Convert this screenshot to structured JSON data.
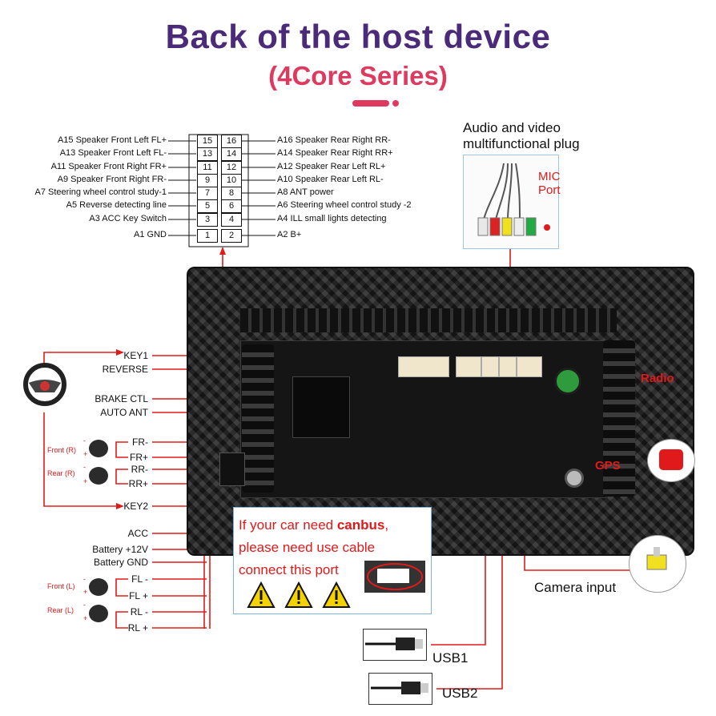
{
  "header": {
    "title": "Back of the host device",
    "subtitle": "(4Core Series)"
  },
  "pins": {
    "left": [
      {
        "label": "A15  Speaker Front Left FL+",
        "num": "15"
      },
      {
        "label": "A13  Speaker Front Left FL-",
        "num": "13"
      },
      {
        "label": "A11  Speaker Front Right FR+",
        "num": "11"
      },
      {
        "label": "A9    Speaker Front Right FR-",
        "num": "9"
      },
      {
        "label": "A7   Steering wheel control study-1",
        "num": "7"
      },
      {
        "label": "A5    Reverse detecting line",
        "num": "5"
      },
      {
        "label": "A3 ACC Key Switch",
        "num": "3"
      },
      {
        "label": "A1 GND",
        "num": "1"
      }
    ],
    "right": [
      {
        "label": "A16 Speaker Rear Right RR-",
        "num": "16"
      },
      {
        "label": "A14 Speaker Rear Right RR+",
        "num": "14"
      },
      {
        "label": "A12 Speaker Rear Left RL+",
        "num": "12"
      },
      {
        "label": "A10 Speaker Rear Left RL-",
        "num": "10"
      },
      {
        "label": "A8  ANT power",
        "num": "8"
      },
      {
        "label": "A6  Steering wheel control study -2",
        "num": "6"
      },
      {
        "label": "A4  ILL small lights detecting",
        "num": "4"
      },
      {
        "label": "A2  B+",
        "num": "2"
      }
    ]
  },
  "plug": {
    "title_line1": "Audio and video",
    "title_line2": "multifunctional plug",
    "mic_line1": "MIC",
    "mic_line2": "Port"
  },
  "ports": {
    "radio": "Radio",
    "gps": "GPS",
    "camera": "Camera input",
    "usb1": "USB1",
    "usb2": "USB2"
  },
  "wires": {
    "key1": "KEY1",
    "reverse": "REVERSE",
    "brake": "BRAKE CTL",
    "auto_ant": "AUTO ANT",
    "fr_minus": "FR-",
    "fr_plus": "FR+",
    "rr_minus": "RR-",
    "rr_plus": "RR+",
    "key2": "KEY2",
    "acc": "ACC",
    "battery12": "Battery +12V",
    "battery_gnd": "Battery GND",
    "fl_minus": "FL -",
    "fl_plus": "FL +",
    "rl_minus": "RL -",
    "rl_plus": "RL +"
  },
  "speakers": {
    "front_r": "Front (R)",
    "rear_r": "Rear (R)",
    "front_l": "Front (L)",
    "rear_l": "Rear (L)",
    "minus": "-",
    "plus": "+"
  },
  "canbus": {
    "line1_pre": "If your car need ",
    "line1_bold": "canbus",
    "line1_post": ",",
    "line2": "please need use cable",
    "line3": "connect this port"
  },
  "colors": {
    "title": "#4b2a7a",
    "accent": "#e0395f",
    "wire": "#e01a1a"
  }
}
